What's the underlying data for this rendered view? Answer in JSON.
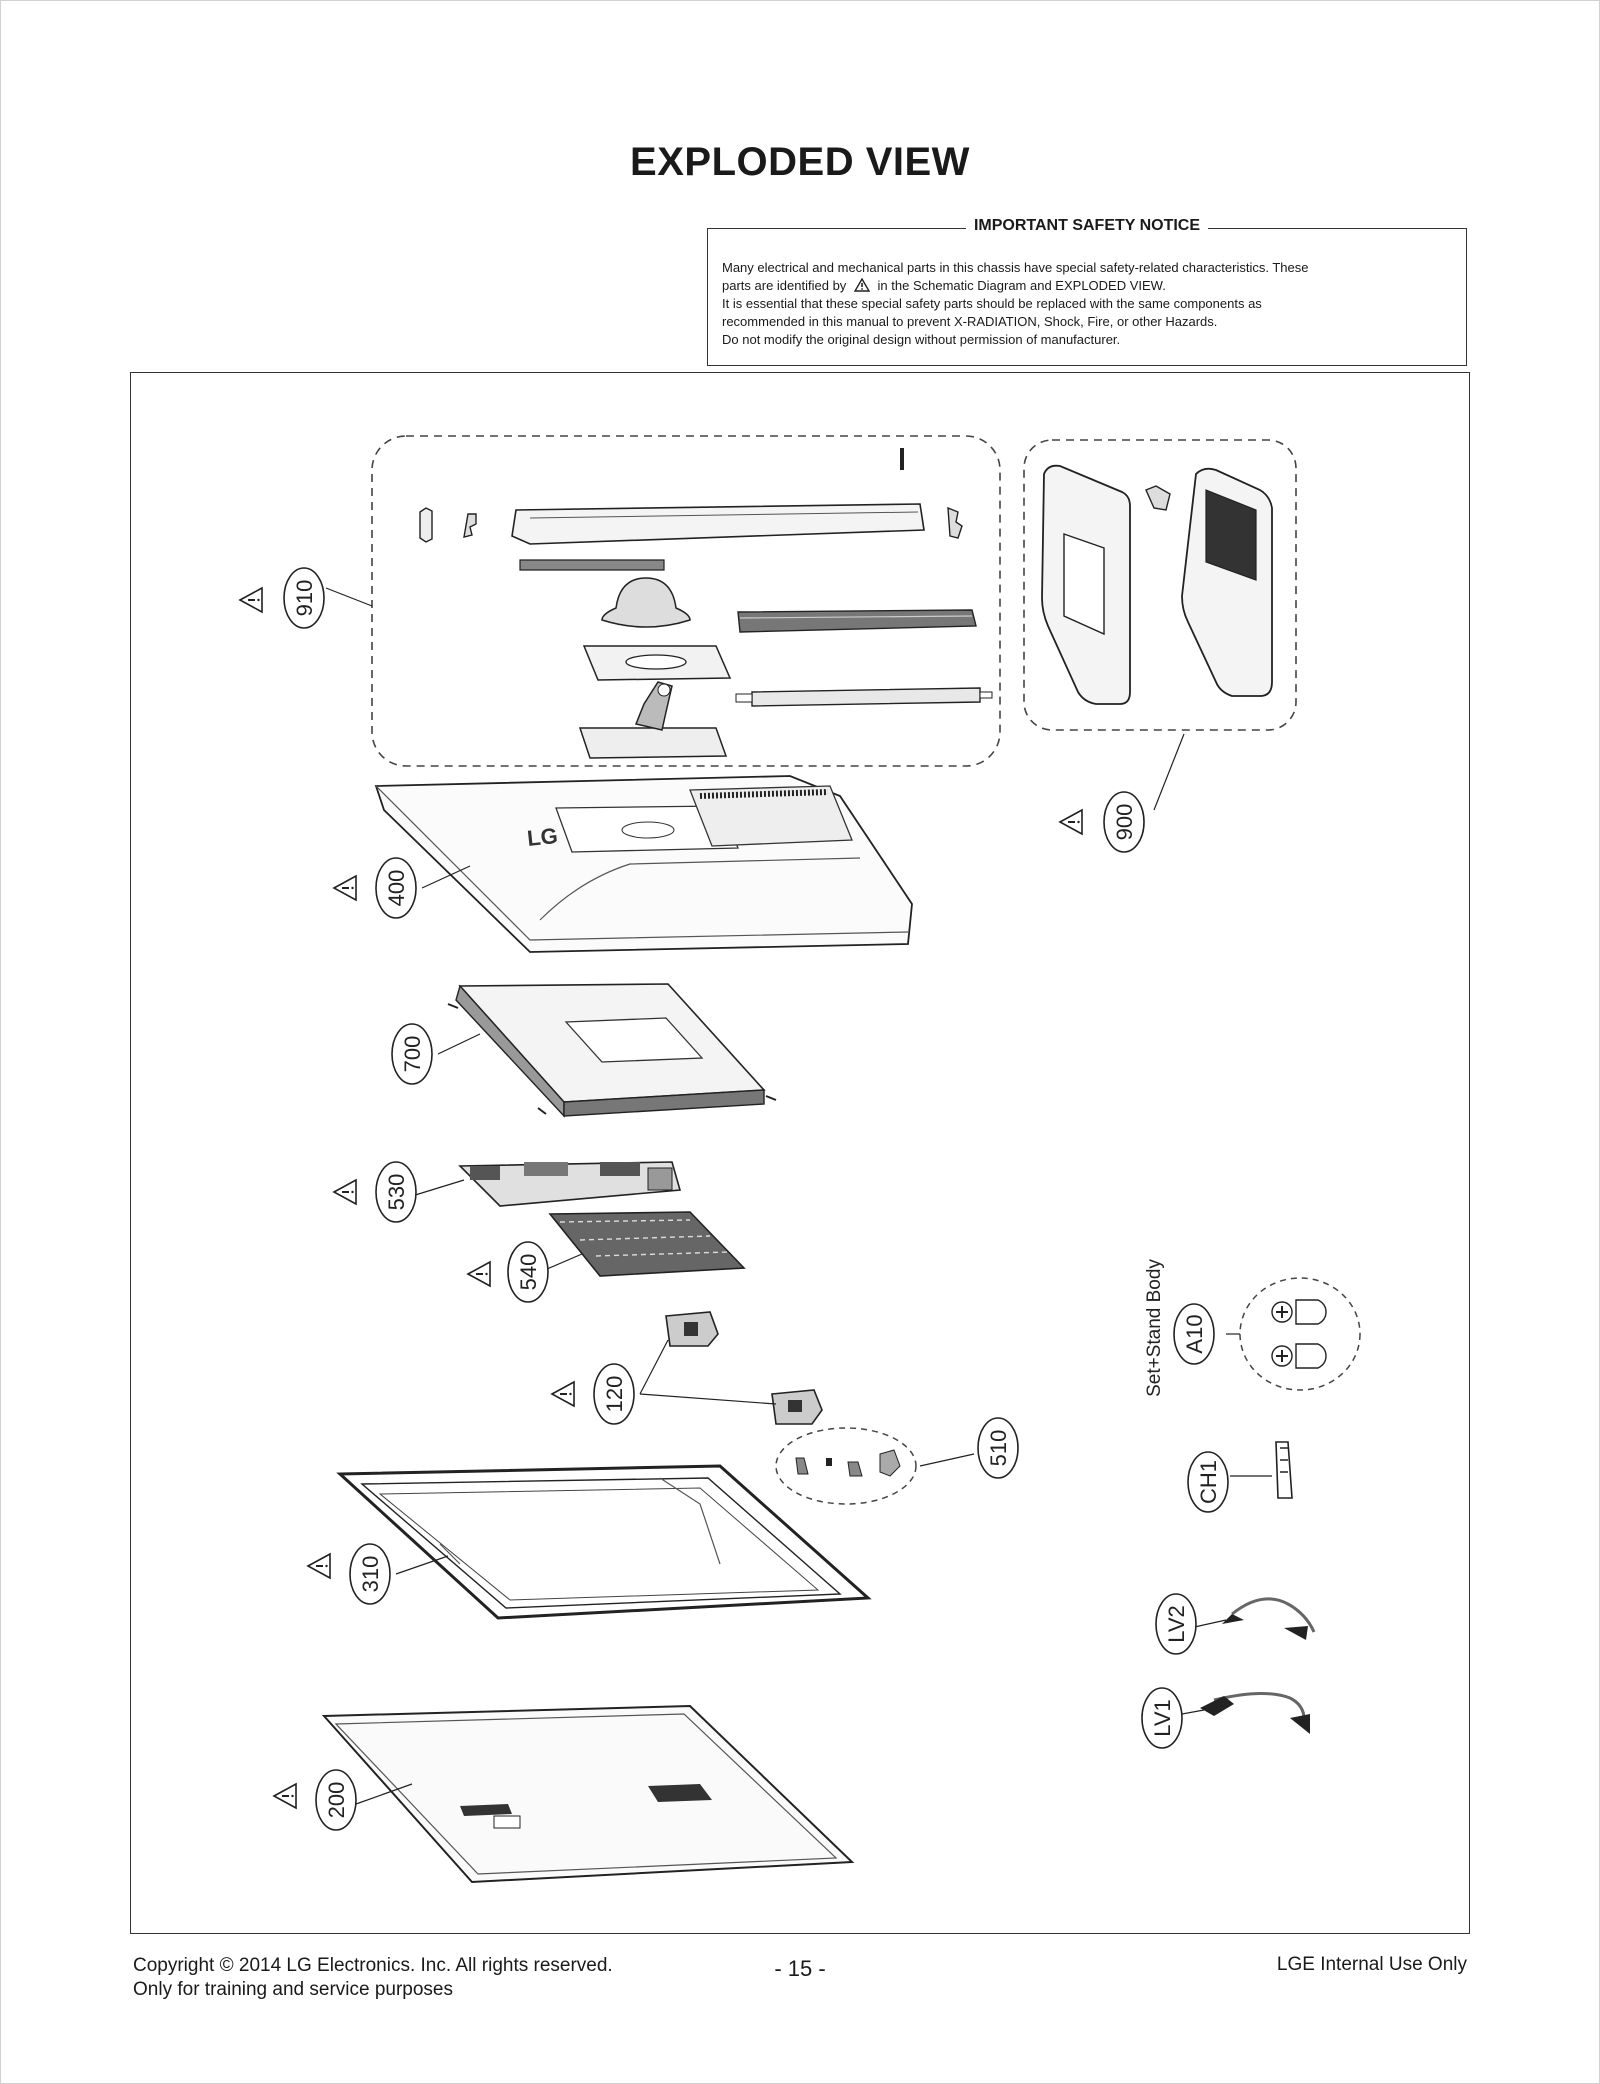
{
  "title": "EXPLODED VIEW",
  "notice": {
    "heading": "IMPORTANT SAFETY NOTICE",
    "lines": [
      "Many electrical and mechanical parts in this chassis have special safety-related characteristics. These",
      "parts are identified by",
      "in the Schematic Diagram and EXPLODED VIEW.",
      "It is essential that these special safety parts should be replaced with the same components as",
      "recommended in this manual to prevent X-RADIATION, Shock, Fire, or other Hazards.",
      "Do not modify the original design without permission of manufacturer."
    ]
  },
  "labels": {
    "p910": "910",
    "p900": "900",
    "p400": "400",
    "p700": "700",
    "p530": "530",
    "p540": "540",
    "p120": "120",
    "p510": "510",
    "p310": "310",
    "p200": "200",
    "pA10": "A10",
    "pCH1": "CH1",
    "pLV2": "LV2",
    "pLV1": "LV1",
    "set_stand": "Set+Stand Body"
  },
  "footer": {
    "copyright": "Copyright  © 2014  LG Electronics. Inc. All rights reserved.",
    "training": "Only for training and service purposes",
    "page": "- 15 -",
    "internal": "LGE Internal Use Only"
  }
}
